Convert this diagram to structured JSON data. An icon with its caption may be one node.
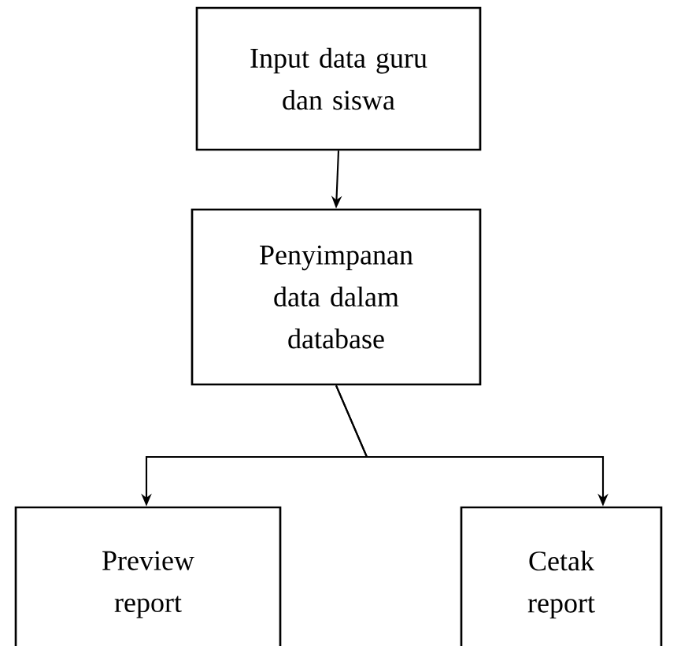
{
  "diagram": {
    "nodes": [
      {
        "text": [
          "Input data guru dan siswa"
        ]
      },
      {
        "text": [
          "Penyimpanan data dalam database"
        ]
      },
      {
        "text": [
          "Preview report"
        ]
      },
      {
        "text": [
          "Cetak report"
        ]
      }
    ],
    "edges": [
      {
        "from": 0,
        "to": 1,
        "arrow": "to"
      },
      {
        "from": 1,
        "to": 2,
        "arrow": "to"
      },
      {
        "from": 1,
        "to": 3,
        "arrow": "to"
      }
    ]
  }
}
